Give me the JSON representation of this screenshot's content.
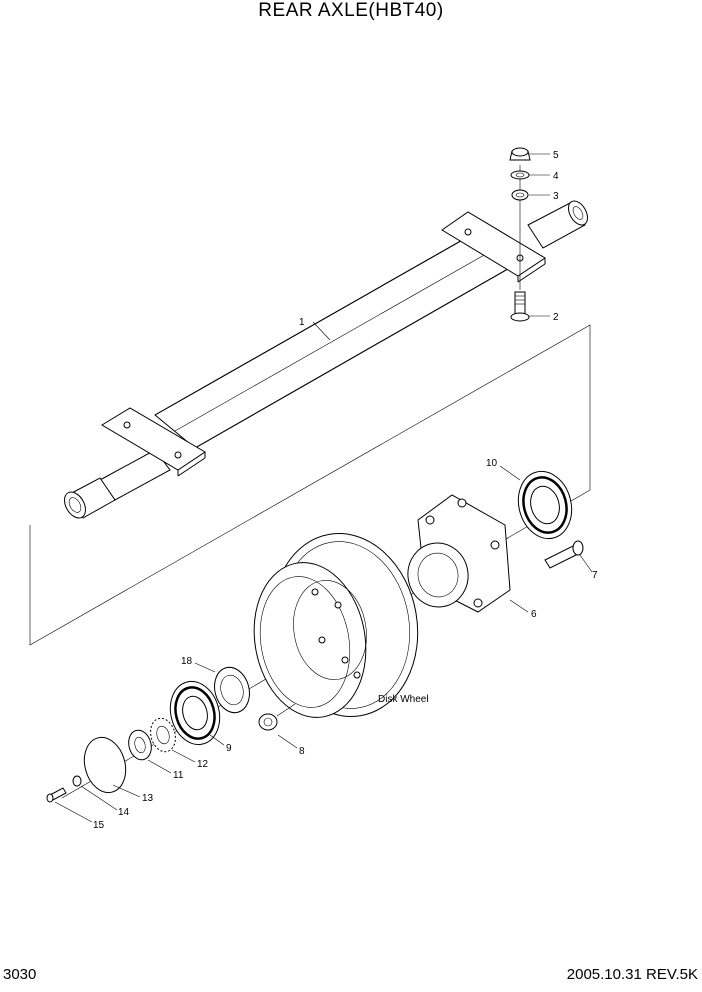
{
  "title": "REAR AXLE(HBT40)",
  "page_number": "3030",
  "revision": "2005.10.31  REV.5K",
  "disk_wheel_label": "Disk Wheel",
  "callouts": [
    "1",
    "2",
    "3",
    "4",
    "5",
    "6",
    "7",
    "8",
    "9",
    "10",
    "11",
    "12",
    "13",
    "14",
    "15",
    "18"
  ]
}
